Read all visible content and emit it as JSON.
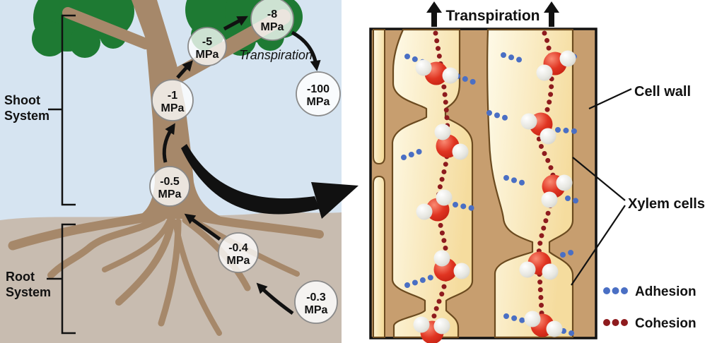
{
  "tree_panel": {
    "shoot_label": {
      "line1": "Shoot",
      "line2": "System"
    },
    "root_label": {
      "line1": "Root",
      "line2": "System"
    },
    "transpiration_label": "Transpiration",
    "pressures": {
      "leaf": {
        "value": "-8",
        "unit": "MPa"
      },
      "branch": {
        "value": "-5",
        "unit": "MPa"
      },
      "upper_trunk": {
        "value": "-1",
        "unit": "MPa"
      },
      "lower_trunk": {
        "value": "-0.5",
        "unit": "MPa"
      },
      "root": {
        "value": "-0.4",
        "unit": "MPa"
      },
      "soil": {
        "value": "-0.3",
        "unit": "MPa"
      },
      "atmosphere": {
        "value": "-100",
        "unit": "MPa"
      }
    }
  },
  "xylem_panel": {
    "title": "Transpiration",
    "cell_wall_label": "Cell wall",
    "xylem_cells_label": "Xylem cells",
    "legend": {
      "adhesion": {
        "label": "Adhesion",
        "color": "#4A6FC4"
      },
      "cohesion": {
        "label": "Cohesion",
        "color": "#8E1B1E"
      }
    }
  },
  "colors": {
    "sky": "#D6E4F1",
    "soil": "#C8BCB0",
    "wood": "#A6886A",
    "foliage": "#1E7A33",
    "wall": "#C79E6F",
    "cell_outline": "#6B4A1F",
    "box_border": "#111111",
    "arrow_black": "#111111",
    "pressure_circle_border": "#8A8A8A"
  }
}
